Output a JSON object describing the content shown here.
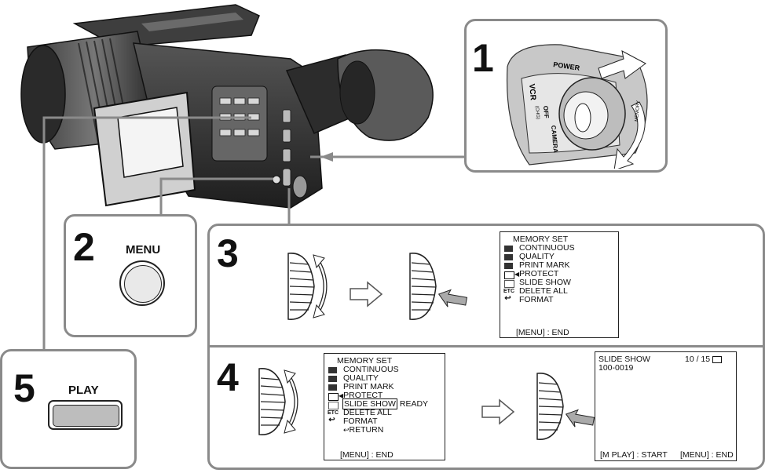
{
  "steps": {
    "s1": {
      "number": "1",
      "dial_labels": {
        "power": "POWER",
        "vcr": "VCR",
        "off": "OFF",
        "chg": "(CHG)",
        "camera": "CAMERA",
        "memory": "MEMORY"
      }
    },
    "s2": {
      "number": "2",
      "button_label": "MENU"
    },
    "s3": {
      "number": "3"
    },
    "s4": {
      "number": "4"
    },
    "s5": {
      "number": "5",
      "button_label": "PLAY"
    }
  },
  "menu_step3": {
    "title": "MEMORY SET",
    "items": [
      "CONTINUOUS",
      "QUALITY",
      "PRINT MARK",
      "PROTECT",
      "SLIDE SHOW",
      "DELETE ALL",
      "FORMAT"
    ],
    "footer": "[MENU] : END",
    "icon_etc": "ETC"
  },
  "menu_step4": {
    "title": "MEMORY SET",
    "items": [
      "CONTINUOUS",
      "QUALITY",
      "PRINT MARK",
      "PROTECT",
      "SLIDE SHOW",
      "DELETE ALL",
      "FORMAT"
    ],
    "selected_suffix": "READY",
    "return_label": "RETURN",
    "footer": "[MENU] : END",
    "icon_etc": "ETC"
  },
  "slideshow_screen": {
    "title": "SLIDE SHOW",
    "counter": "10 / 15",
    "file": "100-0019",
    "footer_left": "[M PLAY] : START",
    "footer_right": "[MENU] : END"
  }
}
